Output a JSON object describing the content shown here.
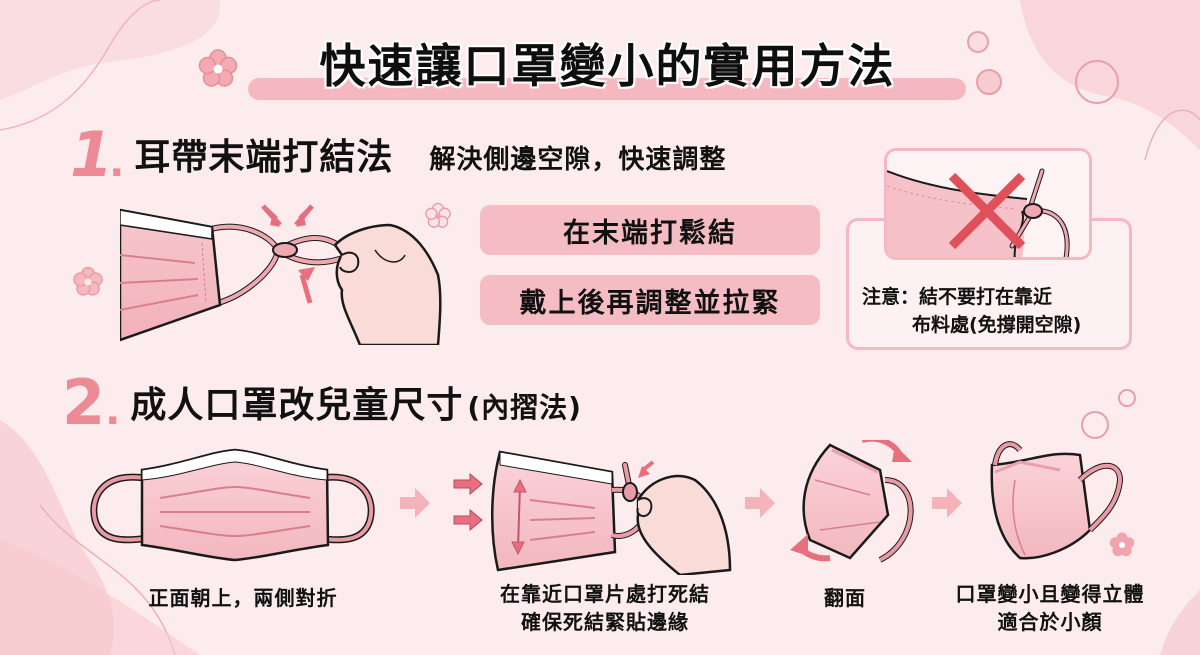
{
  "title": "快速讓口罩變小的實用方法",
  "section1": {
    "number": "1",
    "dot": ".",
    "heading": "耳帶末端打結法",
    "subheading": "解決側邊空隙，快速調整",
    "steps": [
      {
        "label": "在末端打鬆結"
      },
      {
        "label": "戴上後再調整並拉緊"
      }
    ],
    "caution": {
      "line1": "注意：結不要打在靠近",
      "line2": "布料處(免撐開空隙)",
      "icon": "wrong-x-icon"
    }
  },
  "section2": {
    "number": "2",
    "dot": ".",
    "heading": "成人口罩改兒童尺寸",
    "heading_suffix": "(內摺法)",
    "steps": [
      {
        "caption_line1": "正面朝上，兩側對折",
        "caption_line2": ""
      },
      {
        "caption_line1": "在靠近口罩片處打死結",
        "caption_line2": "確保死結緊貼邊緣"
      },
      {
        "caption_line1": "翻面",
        "caption_line2": ""
      },
      {
        "caption_line1": "口罩變小且變得立體",
        "caption_line2": "適合於小顏"
      }
    ]
  },
  "colors": {
    "background": "#fcecee",
    "accent_pink": "#ec8a96",
    "pill": "#f6bcc3",
    "mask_pink": "#f7c4cb",
    "warning_red": "#e0505a"
  }
}
